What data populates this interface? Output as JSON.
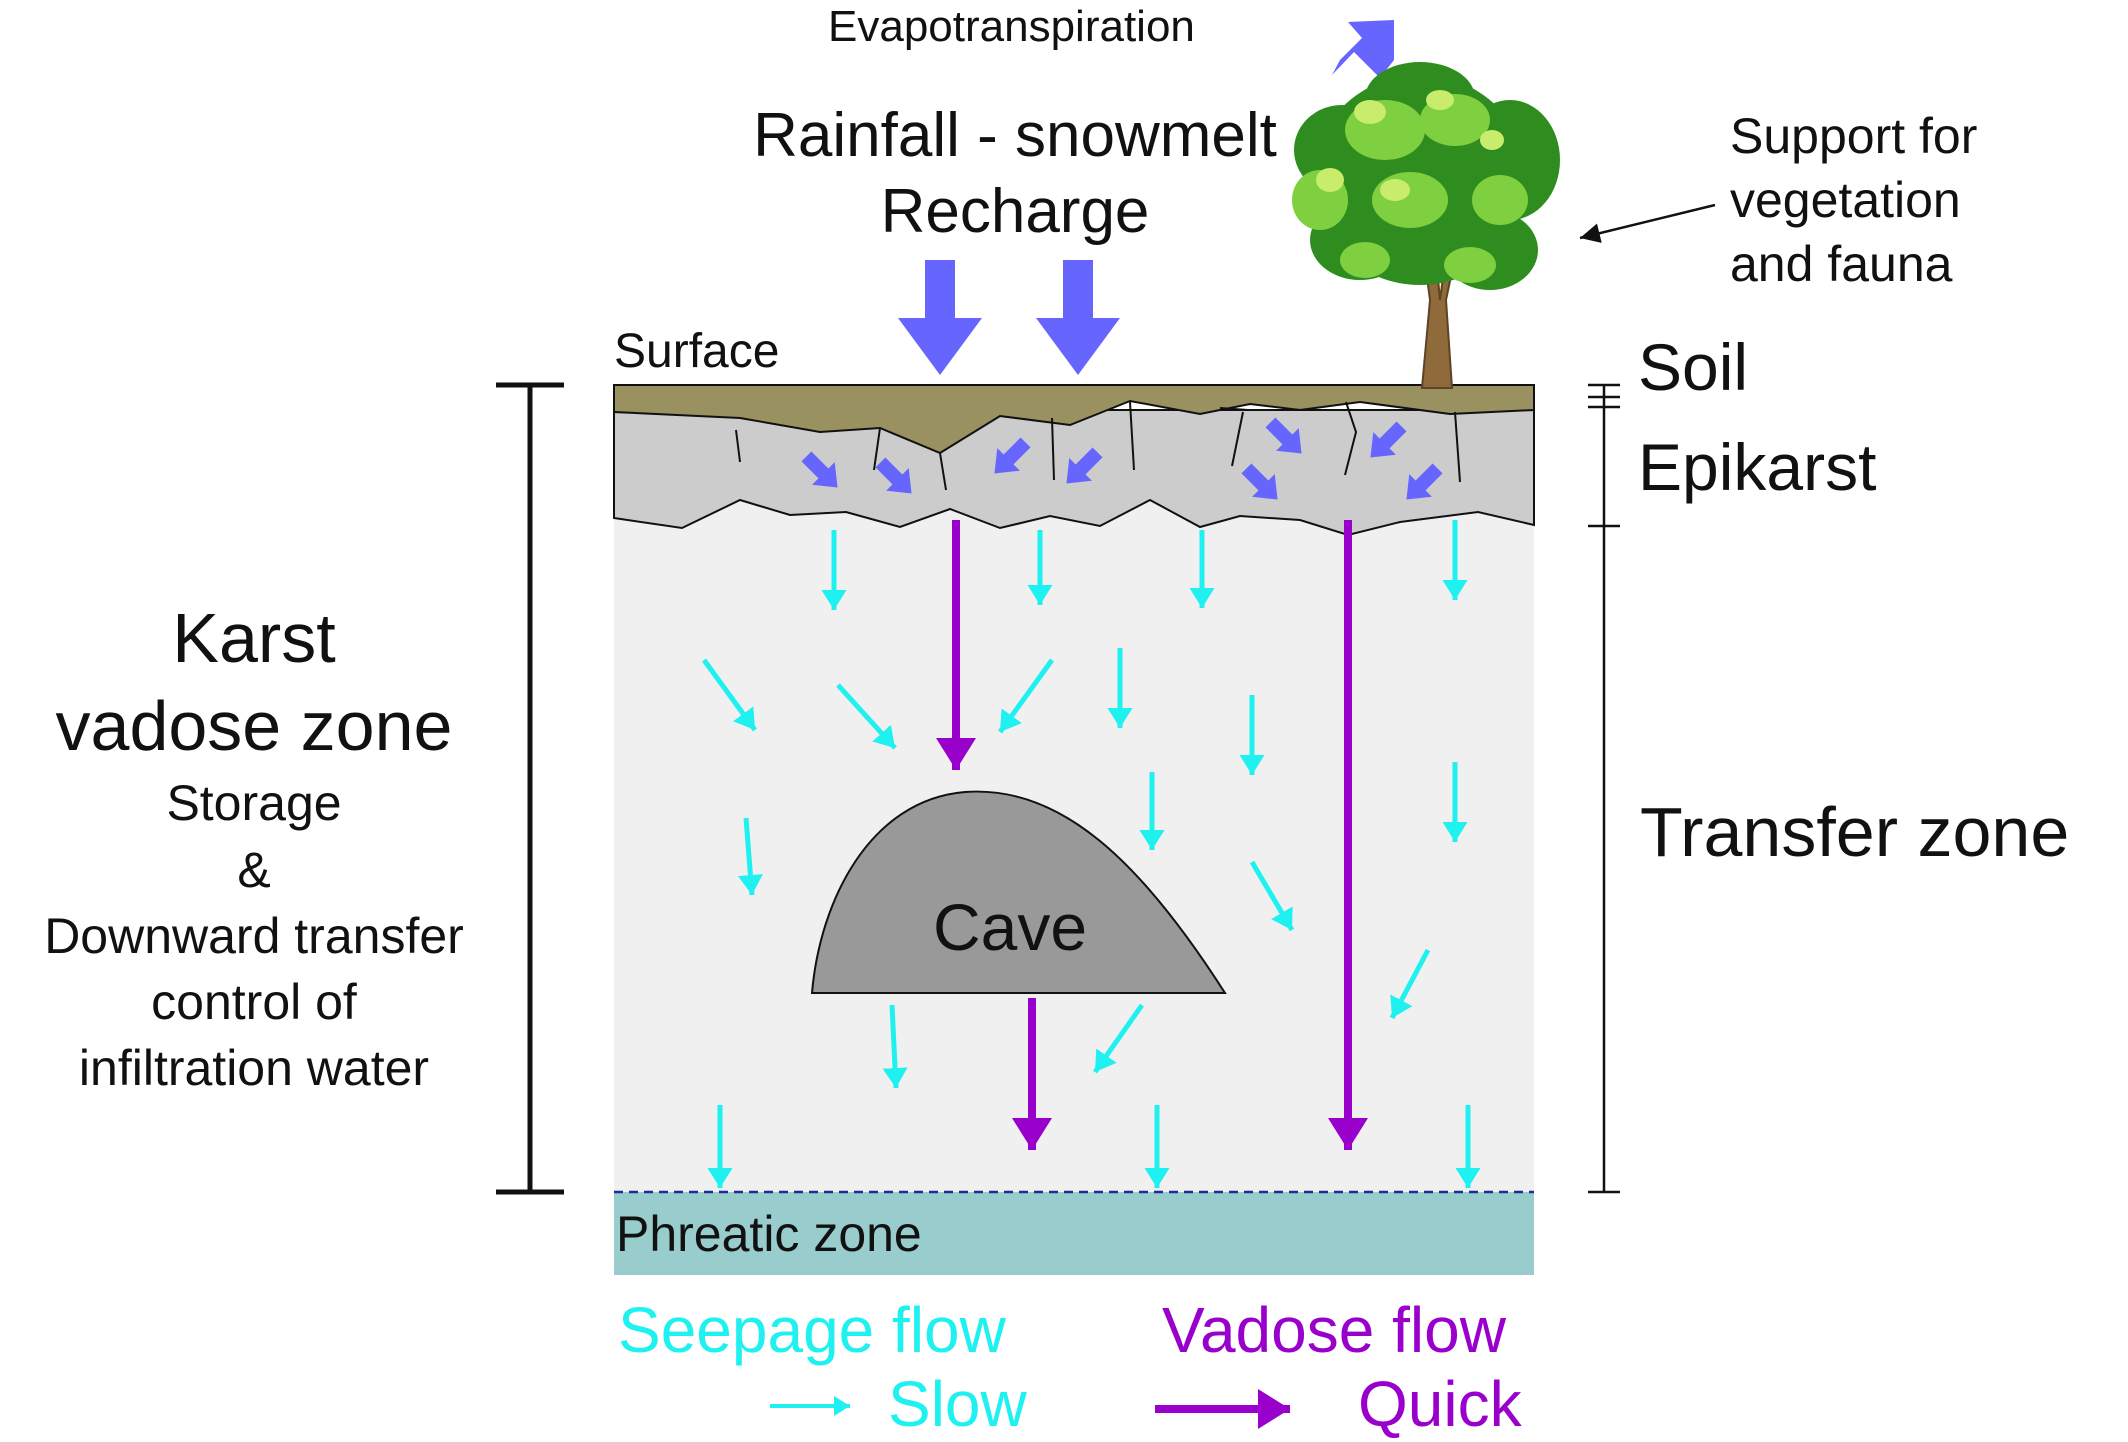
{
  "top": {
    "evapotranspiration": "Evapotranspiration",
    "rainfall": "Rainfall - snowmelt",
    "recharge": "Recharge"
  },
  "vegetation": {
    "line1": "Support for",
    "line2": "vegetation",
    "line3": "and fauna"
  },
  "surface": "Surface",
  "zones": {
    "soil": "Soil",
    "epikarst": "Epikarst",
    "transfer": "Transfer zone",
    "phreatic": "Phreatic zone",
    "cave": "Cave"
  },
  "vadose": {
    "title1": "Karst",
    "title2": "vadose zone",
    "desc1": "Storage",
    "desc2": "&",
    "desc3": "Downward transfer",
    "desc4": "control of",
    "desc5": "infiltration water"
  },
  "legend": {
    "seepage": "Seepage flow",
    "slow": "Slow",
    "vadose_flow": "Vadose flow",
    "quick": "Quick"
  },
  "colors": {
    "seepage": "#1ff0f0",
    "vadose": "#9900cc",
    "recharge": "#6666ff",
    "soil": "#9a9160",
    "epikarst": "#cccccc",
    "transfer": "#f0f0f0",
    "phreatic": "#99cccc",
    "cave": "#999999",
    "foliage": "#4cae2c",
    "trunk": "#8f6a3a"
  }
}
